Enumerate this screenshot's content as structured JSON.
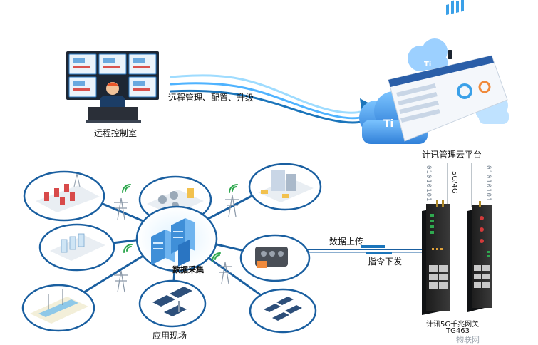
{
  "labels": {
    "control_room": "远程控制室",
    "remote_ops": "远程管理、配置、升级",
    "cloud_platform": "计讯管理云平台",
    "net_type": "5G/4G",
    "upload": "数据上传",
    "command": "指令下发",
    "data_collect": "数据采集",
    "field": "应用现场",
    "gateway_name": "计讯5G千兆网关",
    "gateway_model": "TG463",
    "watermark": "物联网"
  },
  "binary": {
    "left": "01010101",
    "right": "01010101"
  },
  "colors": {
    "accent_blue": "#1b75bb",
    "light_blue": "#29b6f6",
    "cloud_blue": "#3d8fe0",
    "line_blue": "#1a5fa0",
    "signal_green": "#2fa84f"
  }
}
